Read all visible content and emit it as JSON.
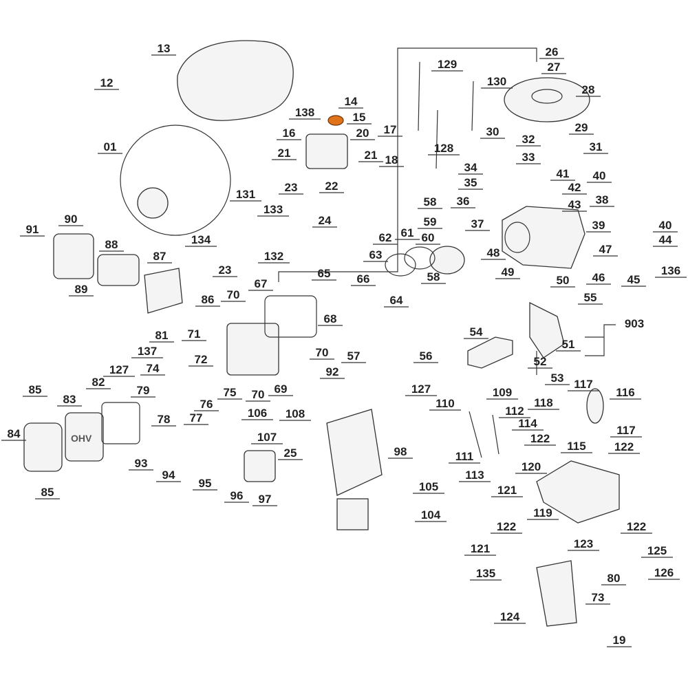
{
  "diagram": {
    "type": "exploded-parts-diagram",
    "highlight_color": "#e0731a",
    "highlighted_part": "14",
    "labels": [
      "13",
      "12",
      "01",
      "138",
      "14",
      "15",
      "16",
      "20",
      "17",
      "21",
      "21",
      "18",
      "26",
      "27",
      "129",
      "130",
      "28",
      "30",
      "32",
      "29",
      "33",
      "31",
      "128",
      "34",
      "41",
      "40",
      "35",
      "42",
      "36",
      "43",
      "38",
      "58",
      "59",
      "37",
      "39",
      "40",
      "44",
      "131",
      "133",
      "23",
      "22",
      "24",
      "91",
      "90",
      "88",
      "62",
      "61",
      "60",
      "48",
      "47",
      "134",
      "87",
      "63",
      "89",
      "23",
      "132",
      "65",
      "58",
      "49",
      "50",
      "46",
      "45",
      "136",
      "66",
      "67",
      "86",
      "70",
      "64",
      "68",
      "55",
      "903",
      "71",
      "81",
      "54",
      "51",
      "137",
      "72",
      "70",
      "57",
      "56",
      "52",
      "127",
      "74",
      "92",
      "53",
      "117",
      "116",
      "85",
      "82",
      "79",
      "75",
      "70",
      "69",
      "127",
      "110",
      "109",
      "83",
      "76",
      "118",
      "112",
      "106",
      "108",
      "78",
      "77",
      "114",
      "117",
      "84",
      "107",
      "98",
      "122",
      "115",
      "122",
      "93",
      "94",
      "25",
      "111",
      "113",
      "120",
      "95",
      "96",
      "97",
      "105",
      "121",
      "119",
      "85",
      "104",
      "122",
      "123",
      "122",
      "121",
      "125",
      "135",
      "80",
      "126",
      "73",
      "124",
      "19"
    ],
    "logo_text": "OHV"
  }
}
